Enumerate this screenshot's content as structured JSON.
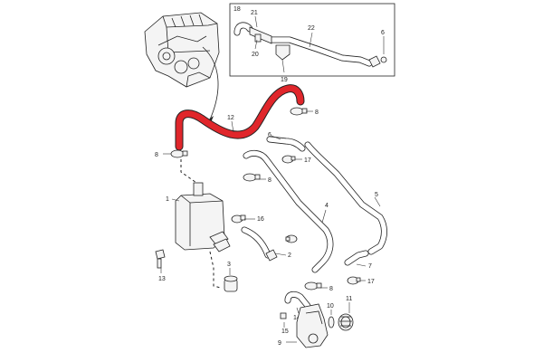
{
  "diagram": {
    "highlight_color": "#e0262b",
    "inset_box_label": "18",
    "callouts": {
      "c1": "1",
      "c2": "2",
      "c3": "3",
      "c4": "4",
      "c5": "5",
      "c6_main": "6",
      "c6_inset": "6",
      "c7": "7",
      "c8_top": "8",
      "c8_left": "8",
      "c8_mid": "8",
      "c8_low": "8",
      "c9": "9",
      "c10": "10",
      "c11": "11",
      "c12": "12",
      "c13": "13",
      "c14": "14",
      "c15": "15",
      "c16": "16",
      "c17_upper": "17",
      "c17_lower": "17",
      "c19": "19",
      "c20": "20",
      "c21": "21",
      "c22": "22"
    }
  }
}
